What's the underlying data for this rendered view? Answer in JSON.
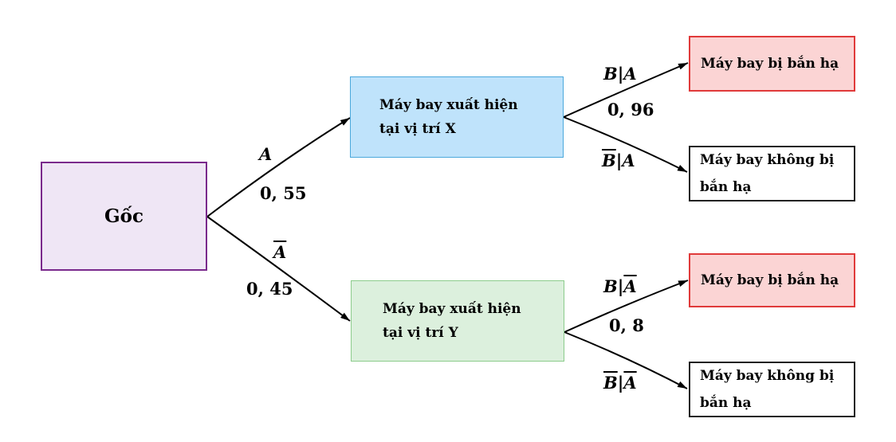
{
  "nodes": {
    "root": {
      "lines": [
        "Gốc"
      ]
    },
    "x": {
      "lines": [
        "Máy bay xuất hiện",
        "tại vị trí X"
      ]
    },
    "y": {
      "lines": [
        "Máy bay xuất hiện",
        "tại vị trí Y"
      ]
    },
    "hit_x": {
      "lines": [
        "Máy bay bị bắn hạ"
      ]
    },
    "miss_x": {
      "lines": [
        "Máy bay không bị",
        "bắn hạ"
      ]
    },
    "hit_y": {
      "lines": [
        "Máy bay bị bắn hạ"
      ]
    },
    "miss_y": {
      "lines": [
        "Máy bay không bị",
        "bắn hạ"
      ]
    }
  },
  "edges": {
    "root_x": {
      "event": "A",
      "prob": "0, 55"
    },
    "root_y": {
      "event": "A",
      "prob": "0, 45"
    },
    "x_hit": {
      "event_a": "B",
      "sep": "|",
      "event_b": "A",
      "prob": "0, 96"
    },
    "x_miss": {
      "event_a": "B",
      "sep": "|",
      "event_b": "A"
    },
    "y_hit": {
      "event_a": "B",
      "sep": "|",
      "event_b": "A",
      "prob": "0, 8"
    },
    "y_miss": {
      "event_a": "B",
      "sep": "|",
      "event_b": "A"
    }
  },
  "colors": {
    "root_fill": "#efe6f5",
    "root_border": "#7a2a8c",
    "x_fill": "#bfe3fb",
    "x_border": "#4aa8dc",
    "y_fill": "#dcf0dd",
    "y_border": "#8ccc8c",
    "hit_fill": "#fbd4d4",
    "hit_border": "#e03a3a",
    "miss_fill": "#ffffff",
    "miss_border": "#222222",
    "edge": "#000000"
  }
}
